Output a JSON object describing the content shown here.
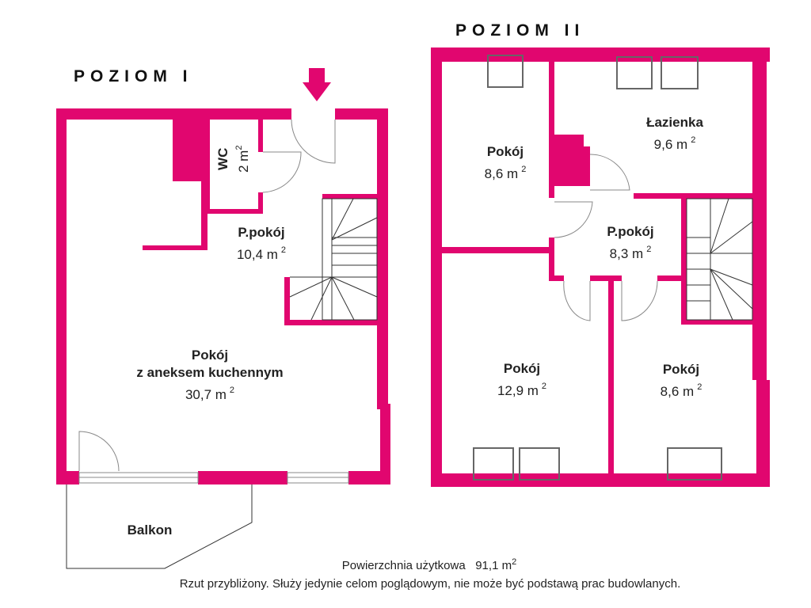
{
  "levels": {
    "level1": "POZIOM I",
    "level2": "POZIOM II"
  },
  "rooms": {
    "wc": {
      "name": "WC",
      "area": "2 m"
    },
    "hall1": {
      "name": "P.pokój",
      "area": "10,4 m"
    },
    "living": {
      "name": "Pokój",
      "name2": "z aneksem kuchennym",
      "area": "30,7 m"
    },
    "balcony": {
      "name": "Balkon"
    },
    "room_a": {
      "name": "Pokój",
      "area": "8,6 m"
    },
    "bathroom": {
      "name": "Łazienka",
      "area": "9,6 m"
    },
    "hall2": {
      "name": "P.pokój",
      "area": "8,3 m"
    },
    "room_b": {
      "name": "Pokój",
      "area": "12,9 m"
    },
    "room_c": {
      "name": "Pokój",
      "area": "8,6 m"
    }
  },
  "sup": "2",
  "footer": {
    "total_label": "Powierzchnia użytkowa",
    "total_value": "91,1 m",
    "note": "Rzut przybliżony. Służy jedynie celom poglądowym, nie może być podstawą prac budowlanych."
  },
  "colors": {
    "wall": "#e1066f"
  }
}
